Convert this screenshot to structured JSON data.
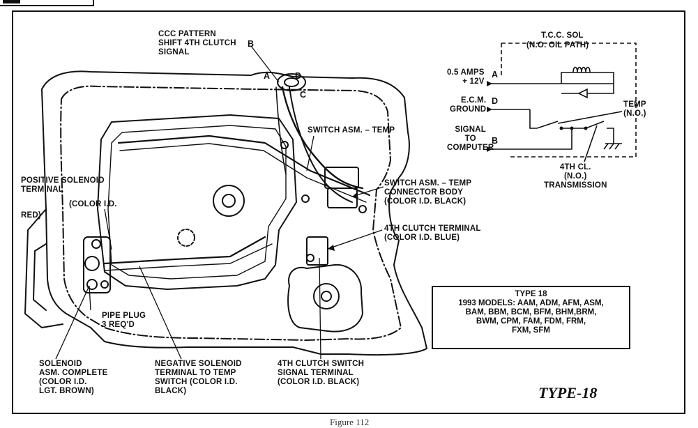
{
  "diagram": {
    "labels": {
      "ccc_pattern": "CCC PATTERN\nSHIFT 4TH CLUTCH\nSIGNAL",
      "pin_b_top": "B",
      "pin_a_top": "A",
      "pin_d_top": "D",
      "pin_c_top": "C",
      "tcc_sol": "T.C.C. SOL",
      "no_oil_path": "(N.O. OIL PATH)",
      "amps": "0.5 AMPS\n+ 12V",
      "pin_a": "A",
      "ecm_ground": "E.C.M.\nGROUND",
      "pin_d": "D",
      "signal_to_computer": "SIGNAL\nTO\nCOMPUTER",
      "pin_b": "B",
      "temp_no": "TEMP\n(N.O.)",
      "fourth_cl": "4TH CL.\n(N.O.)\nTRANSMISSION",
      "switch_asm_temp": "SWITCH ASM. – TEMP",
      "switch_asm_temp_connector": "SWITCH ASM. – TEMP\nCONNECTOR BODY\n(COLOR I.D. BLACK)",
      "fourth_clutch_terminal": "4TH CLUTCH TERMINAL\n(COLOR I.D. BLUE)",
      "positive_solenoid": "POSITIVE SOLENOID\nTERMINAL",
      "color_id": "(COLOR I.D.",
      "red": "RED)",
      "pipe_plug": "PIPE PLUG\n3 REQ'D",
      "solenoid_asm": "SOLENOID\nASM. COMPLETE\n(COLOR I.D.\nLGT. BROWN)",
      "negative_solenoid": "NEGATIVE SOLENOID\nTERMINAL TO TEMP\nSWITCH (COLOR I.D.\nBLACK)",
      "fourth_clutch_switch": "4TH CLUTCH SWITCH\nSIGNAL TERMINAL\n(COLOR I.D. BLACK)"
    },
    "type_box": {
      "title": "TYPE 18",
      "line1": "1993 MODELS: AAM, ADM, AFM, ASM,",
      "line2": "BAM, BBM, BCM, BFM, BHM,BRM,",
      "line3": "BWM, CPM, FAM, FDM, FRM,",
      "line4": "FXM, SFM"
    },
    "type_label": "TYPE-18",
    "caption": "Figure 112"
  }
}
